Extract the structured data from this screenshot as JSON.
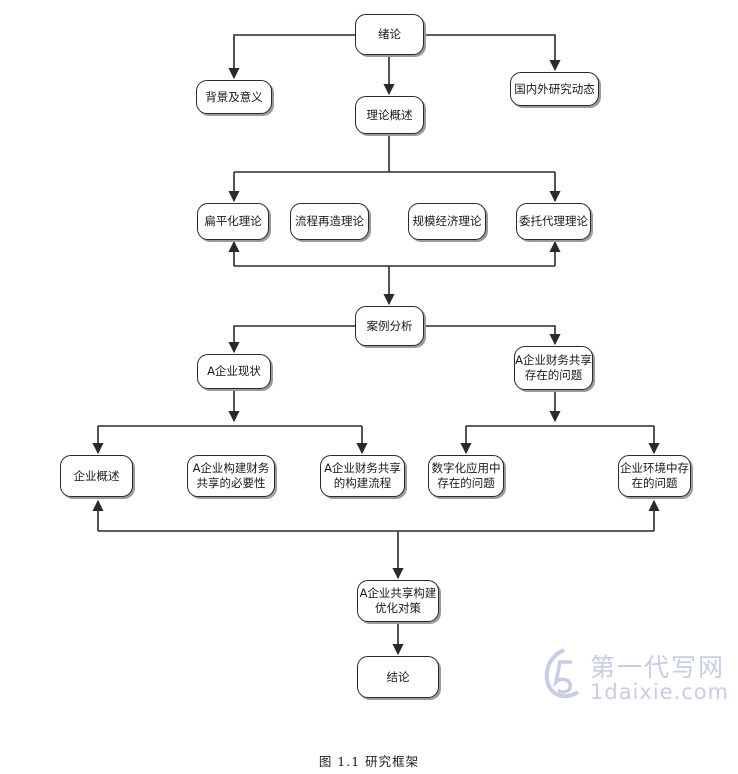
{
  "nodes": {
    "xulun": "绪论",
    "beijing": "背景及意义",
    "guonei": "国内外研究动态",
    "lilun": "理论概述",
    "bianping": "扁平化理论",
    "liucheng": "流程再造理论",
    "guimo": "规模经济理论",
    "weituo": "委托代理理论",
    "anli": "案例分析",
    "xianzhuang": "A企业现状",
    "wenti": "A企业财务共享\n存在的问题",
    "gaishu": "企业概述",
    "biyao": "A企业构建财务\n共享的必要性",
    "liucheng2": "A企业财务共享\n的构建流程",
    "shuzihua": "数字化应用中\n存在的问题",
    "huanjing": "企业环境中存\n在的问题",
    "youhua": "A企业共享构建\n优化对策",
    "jielun": "结论"
  },
  "caption": "图 1.1 研究框架",
  "watermark": {
    "title": "第一代写网",
    "url": "1daixie.com",
    "color": "#c9cce6"
  },
  "colors": {
    "line": "#2a2a2a",
    "shadow": "#9a9a9a"
  }
}
